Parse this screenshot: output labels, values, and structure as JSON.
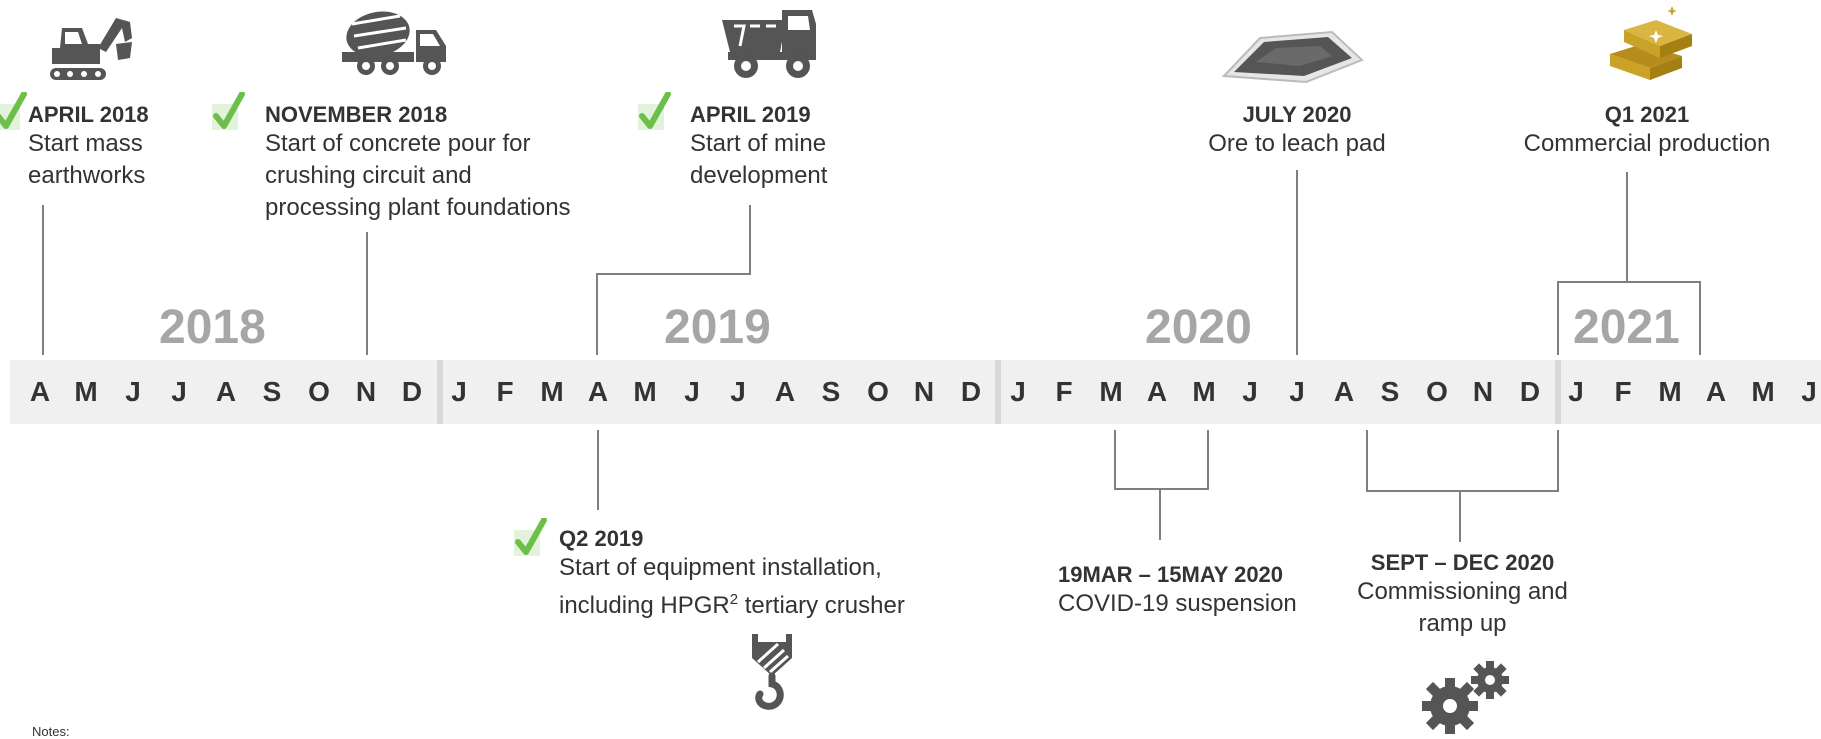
{
  "colors": {
    "icon": "#555555",
    "check": "#6cc04a",
    "check_bg": "#e3f2da",
    "gold": "#c9a227",
    "year": "#a6a6a6",
    "band": "#f0f0f0",
    "line": "#7f7f7f"
  },
  "years": [
    "2018",
    "2019",
    "2020",
    "2021"
  ],
  "months": {
    "y2018": [
      "A",
      "M",
      "J",
      "J",
      "A",
      "S",
      "O",
      "N",
      "D"
    ],
    "y2019": [
      "J",
      "F",
      "M",
      "A",
      "M",
      "J",
      "J",
      "A",
      "S",
      "O",
      "N",
      "D"
    ],
    "y2020": [
      "J",
      "F",
      "M",
      "A",
      "M",
      "J",
      "J",
      "A",
      "S",
      "O",
      "N",
      "D"
    ],
    "y2021": [
      "J",
      "F",
      "M",
      "A",
      "M",
      "J"
    ]
  },
  "milestones_above": [
    {
      "date": "APRIL 2018",
      "lines": [
        "Start mass",
        "earthworks"
      ],
      "completed": true,
      "icon": "excavator-icon"
    },
    {
      "date": "NOVEMBER 2018",
      "lines": [
        "Start of concrete pour for",
        "crushing circuit and",
        "processing plant foundations"
      ],
      "completed": true,
      "icon": "concrete-mixer-truck-icon"
    },
    {
      "date": "APRIL 2019",
      "lines": [
        "Start of mine",
        "development"
      ],
      "completed": true,
      "icon": "dump-truck-icon"
    },
    {
      "date": "JULY 2020",
      "lines": [
        "Ore to leach pad"
      ],
      "completed": false,
      "icon": "leach-pad-icon"
    },
    {
      "date": "Q1 2021",
      "lines": [
        "Commercial production"
      ],
      "completed": false,
      "icon": "gold-bars-icon"
    }
  ],
  "milestones_below": [
    {
      "date": "Q2 2019",
      "line1": "Start of equipment installation,",
      "line2_pre": "including HPGR",
      "line2_sup": "2",
      "line2_post": " tertiary crusher",
      "completed": true,
      "icon": "crane-hook-icon"
    },
    {
      "date": "19MAR – 15MAY 2020",
      "lines": [
        "COVID-19 suspension"
      ],
      "completed": false
    },
    {
      "date": "SEPT – DEC 2020",
      "lines": [
        "Commissioning and",
        "ramp up"
      ],
      "completed": false,
      "icon": "gears-icon"
    }
  ],
  "notes_label": "Notes:"
}
